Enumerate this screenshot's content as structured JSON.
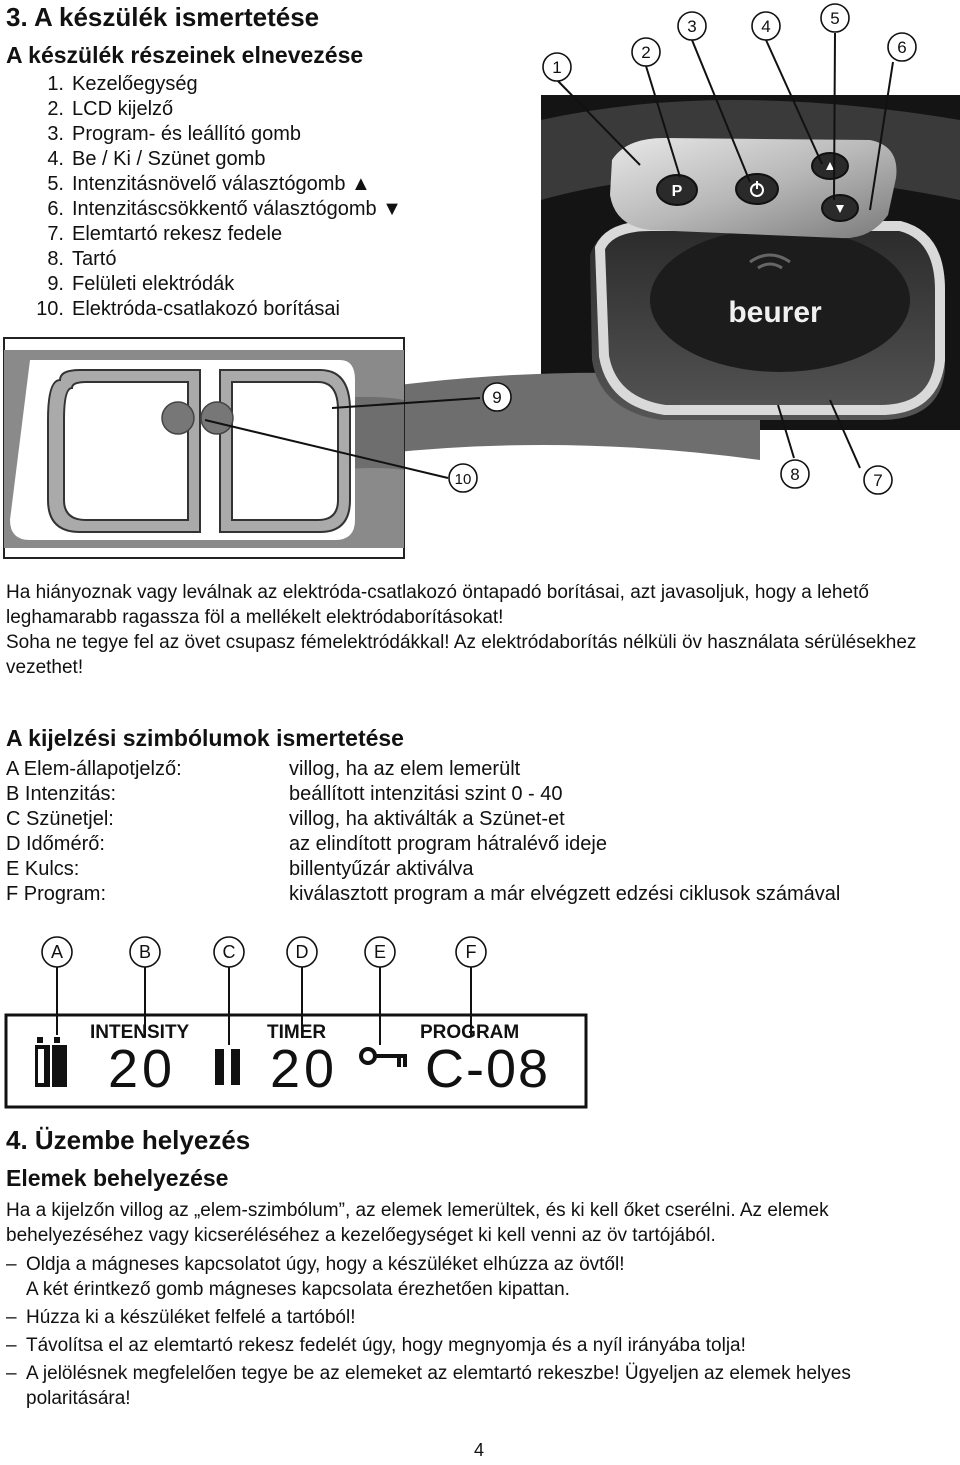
{
  "section3": {
    "title": "3. A készülék ismertetése",
    "parts_heading": "A készülék részeinek elnevezése",
    "parts": [
      {
        "num": "1.",
        "label": "Kezelőegység"
      },
      {
        "num": "2.",
        "label": "LCD kijelző"
      },
      {
        "num": "3.",
        "label": "Program- és leállító gomb"
      },
      {
        "num": "4.",
        "label": "Be / Ki / Szünet gomb"
      },
      {
        "num": "5.",
        "label": "Intenzitásnövelő választógomb ▲"
      },
      {
        "num": "6.",
        "label": "Intenzitáscsökkentő választógomb ▼"
      },
      {
        "num": "7.",
        "label": "Elemtartó rekesz fedele"
      },
      {
        "num": "8.",
        "label": "Tartó"
      },
      {
        "num": "9.",
        "label": "Felületi elektródák"
      },
      {
        "num": "10.",
        "label": "Elektróda-csatlakozó borításai"
      }
    ],
    "callouts": [
      "1",
      "2",
      "3",
      "4",
      "5",
      "6",
      "7",
      "8",
      "9",
      "10"
    ],
    "device_brand": "beurer",
    "device_button_p": "P",
    "note_p1": "Ha hiányoznak vagy leválnak az elektróda-csatlakozó öntapadó borításai, azt javasoljuk, hogy a lehető leghamarabb ragassza föl a mellékelt elektródaborításokat!",
    "note_p2": "Soha ne tegye fel az övet csupasz fémelektródákkal! Az elektródaborítás nélküli öv használata sérülésekhez vezethet!"
  },
  "symbols": {
    "heading": "A kijelzési szimbólumok ismertetése",
    "rows": [
      {
        "key": "A Elem-állapotjelző:",
        "value": "villog, ha az elem lemerült"
      },
      {
        "key": "B Intenzitás:",
        "value": "beállított intenzitási szint 0 - 40"
      },
      {
        "key": "C Szünetjel:",
        "value": "villog, ha aktiválták a Szünet-et"
      },
      {
        "key": "D Időmérő:",
        "value": "az elindított program hátralévő ideje"
      },
      {
        "key": "E Kulcs:",
        "value": "billentyűzár aktiválva"
      },
      {
        "key": "F Program:",
        "value": "kiválasztott program a már elvégzett edzési ciklusok számával"
      }
    ],
    "letters": [
      "A",
      "B",
      "C",
      "D",
      "E",
      "F"
    ],
    "lcd": {
      "intensity_label": "INTENSITY",
      "timer_label": "TIMER",
      "program_label": "PROGRAM",
      "intensity_value": "20",
      "timer_value": "20",
      "program_value": "C-08"
    }
  },
  "section4": {
    "title": "4. Üzembe helyezés",
    "subheading": "Elemek behelyezése",
    "intro": "Ha a kijelzőn villog az „elem-szimbólum”, az elemek lemerültek, és ki kell őket cserélni. Az elemek behelyezéséhez vagy kicseréléséhez a kezelőegységet ki kell venni az öv tartójából.",
    "steps": [
      {
        "dash": "–",
        "text": "Oldja a mágneses kapcsolatot úgy, hogy a készüléket elhúzza az övtől!",
        "text2": "A két érintkező gomb mágneses kapcsolata érezhetően kipattan."
      },
      {
        "dash": "–",
        "text": "Húzza ki a készüléket felfelé a tartóból!",
        "text2": ""
      },
      {
        "dash": "–",
        "text": "Távolítsa el az elemtartó rekesz fedelét úgy, hogy megnyomja és a nyíl irányába tolja!",
        "text2": ""
      },
      {
        "dash": "–",
        "text": "A jelölésnek megfelelően tegye be az elemeket az elemtartó rekeszbe! Ügyeljen az elemek helyes polaritására!",
        "text2": ""
      }
    ]
  },
  "page_number": "4"
}
